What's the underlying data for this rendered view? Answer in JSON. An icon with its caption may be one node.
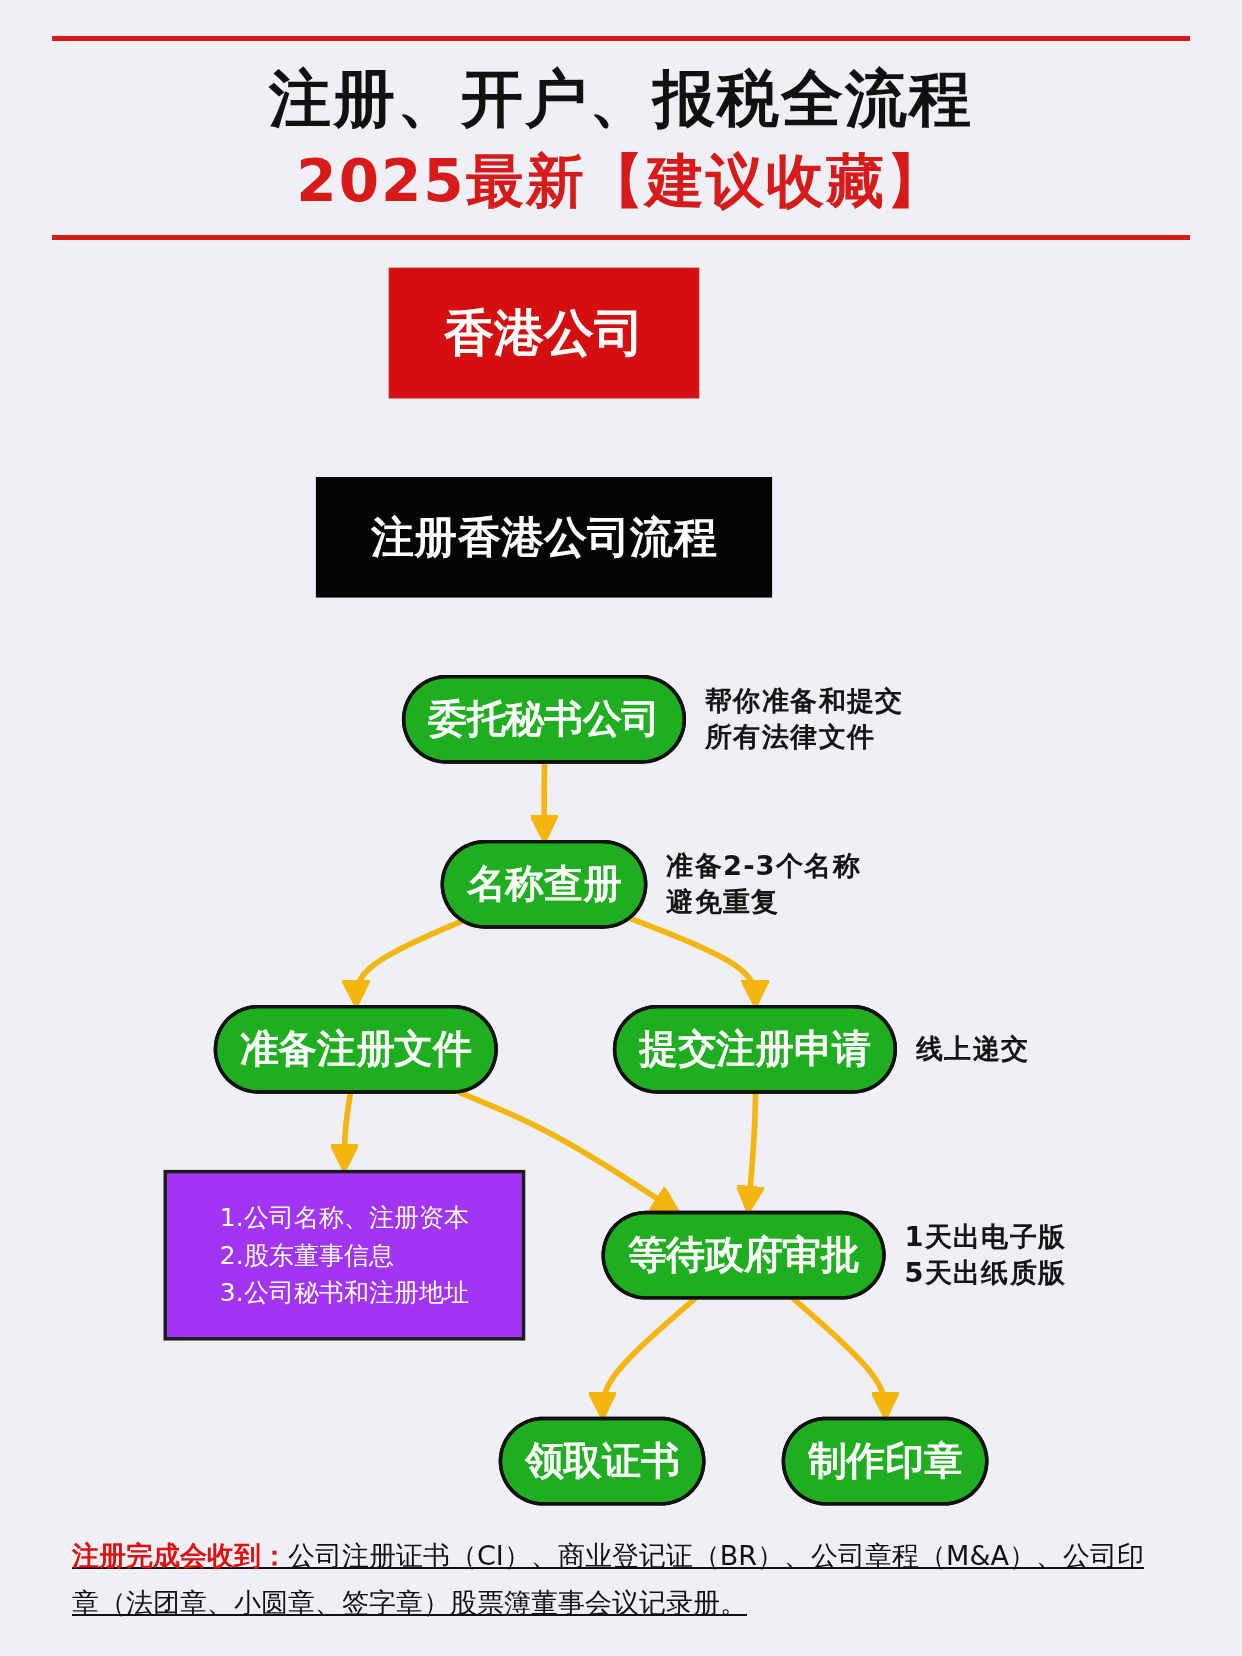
{
  "diagram": {
    "title": "注册、开户、报税全流程",
    "caption": "**注册完成会收到：**公司注册证书（CI）、商业登记证（BR）、公司章程（M&A）、公司印章（法团章、小圆章、签字章）股票簿董事会议记录册。",
    "nodes": [
      {
        "text": [
          "香港公司"
        ]
      },
      {
        "text": [
          "注册香港公司流程"
        ]
      },
      {
        "text": [
          "委托秘书公司"
        ],
        "beside": [
          "帮你准备和提交所有法律文件"
        ]
      },
      {
        "text": [
          "1.公司名称、注册资本",
          "2.股东董事信息",
          "3.公司秘书和注册地址"
        ]
      },
      {
        "text": [
          "名称查册"
        ],
        "beside": [
          "准备2-3个名称避免重复"
        ]
      },
      {
        "text": [
          "准备注册文件"
        ]
      },
      {
        "text": [
          "提交注册申请"
        ],
        "beside": [
          "线上递交"
        ]
      },
      {
        "text": [
          "等待政府审批"
        ],
        "beside": [
          "1天出电子版5天出纸质版"
        ]
      },
      {
        "text": [
          "领取证书"
        ]
      },
      {
        "text": [
          "制作印章"
        ]
      }
    ],
    "edges": [
      {
        "from": 2,
        "to": 4,
        "arrow": "to"
      },
      {
        "from": 4,
        "to": 5,
        "arrow": "to"
      },
      {
        "from": 4,
        "to": 6,
        "arrow": "to"
      },
      {
        "from": 5,
        "to": 3,
        "arrow": "to"
      },
      {
        "from": 5,
        "to": 7,
        "arrow": "to"
      },
      {
        "from": 6,
        "to": 7,
        "arrow": "to"
      },
      {
        "from": 7,
        "to": 8,
        "arrow": "to"
      },
      {
        "from": 7,
        "to": 9,
        "arrow": "to"
      }
    ],
    "labels": [
      "2025最新【建议收藏】"
    ]
  }
}
